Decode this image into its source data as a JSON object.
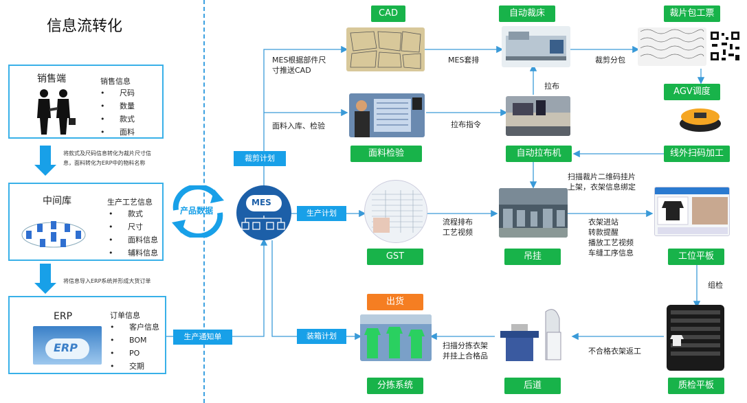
{
  "title": "信息流转化",
  "sales": {
    "title": "销售端",
    "sub": "销售信息",
    "items": [
      "尺码",
      "数量",
      "款式",
      "面料"
    ]
  },
  "note1": [
    "将款式及尺码信息转化为裁片尺寸信",
    "息，面料转化为ERP中的物料名称"
  ],
  "middle": {
    "title": "中间库",
    "sub": "生产工艺信息",
    "items": [
      "款式",
      "尺寸",
      "面料信息",
      "辅料信息"
    ]
  },
  "note2": "将信息导入ERP系统并形成大货订单",
  "erp": {
    "title": "ERP",
    "logo": "ERP",
    "sub": "订单信息",
    "items": [
      "客户信息",
      "BOM",
      "PO",
      "交期"
    ]
  },
  "cycle": {
    "label": "产品数据"
  },
  "mes": {
    "label": "MES"
  },
  "blue_labels": {
    "cut_plan": "裁剪计划",
    "prod_plan": "生产计划",
    "prod_notice": "生产通知单",
    "pack_plan": "装箱计划"
  },
  "nodes": {
    "cad": "CAD",
    "auto_cutter": "自动裁床",
    "bundle_ticket": "裁片包工票",
    "agv": "AGV调度",
    "fabric_inspect": "面料检验",
    "auto_spreader": "自动拉布机",
    "scan_process": "线外扫码加工",
    "gst": "GST",
    "hanging": "吊挂",
    "station_tablet": "工位平板",
    "shipping": "出货",
    "sorting": "分拣系统",
    "finishing": "后道",
    "qc_tablet": "质检平板"
  },
  "texts": {
    "mes_cad": [
      "MES根据部件尺",
      "寸推送CAD"
    ],
    "fabric_in": "面料入库、检验",
    "mes_nest": "MES套排",
    "spread_cmd": "拉布指令",
    "spread": "拉布",
    "cut_bundle": "裁剪分包",
    "scan_hang": [
      "扫描裁片二维码挂片",
      "上架，衣架信息绑定"
    ],
    "flow": [
      "流程排布",
      "工艺视频"
    ],
    "station": [
      "衣架进站",
      "转款提醒",
      "播放工艺视频",
      "车缝工序信息"
    ],
    "group_check": "组检",
    "rework": "不合格衣架返工",
    "scan_sort": [
      "扫描分拣衣架",
      "并挂上合格品"
    ]
  }
}
